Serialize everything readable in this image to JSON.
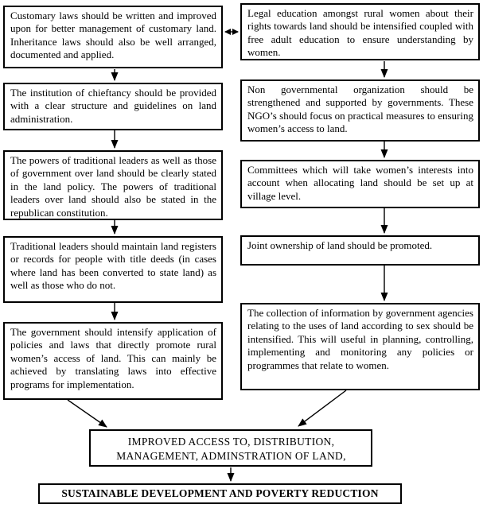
{
  "diagram": {
    "left_column": [
      "Customary laws should be written and improved upon for better management of customary land. Inheritance laws should also be well arranged, documented and applied.",
      "The institution of chieftancy should be provided with a clear structure and guidelines on land administration.",
      "The powers of traditional leaders as well as those of government over land should be clearly stated in the land policy. The powers of traditional leaders over land should also be stated in the republican constitution.",
      "Traditional leaders should maintain land registers or records for people with title deeds (in cases where land has been converted to state land) as well as those who do not.",
      "The government should intensify application of policies and laws that directly promote rural women’s access of land. This can mainly be achieved by translating laws into effective programs for implementation."
    ],
    "right_column": [
      "Legal education amongst rural women about their rights towards land should be intensified coupled with free adult education to ensure understanding by women.",
      "Non governmental organization should be strengthened and supported by governments. These NGO’s should focus on practical measures to ensuring women’s access to land.",
      "Committees which will take women’s interests into account when allocating land should be set up at village level.",
      "Joint ownership of land should be promoted.",
      "The collection of information by government agencies relating to the uses of land according to sex should be intensified. This will useful in planning, controlling, implementing and monitoring any policies or programmes that relate to women."
    ],
    "outcome_box": {
      "line1": "IMPROVED ACCESS TO, DISTRIBUTION,",
      "line2": "MANAGEMENT, ADMINSTRATION OF LAND,"
    },
    "final_box": "SUSTAINABLE DEVELOPMENT AND POVERTY REDUCTION",
    "colors": {
      "border": "#000000",
      "background": "#ffffff",
      "text": "#000000"
    }
  }
}
